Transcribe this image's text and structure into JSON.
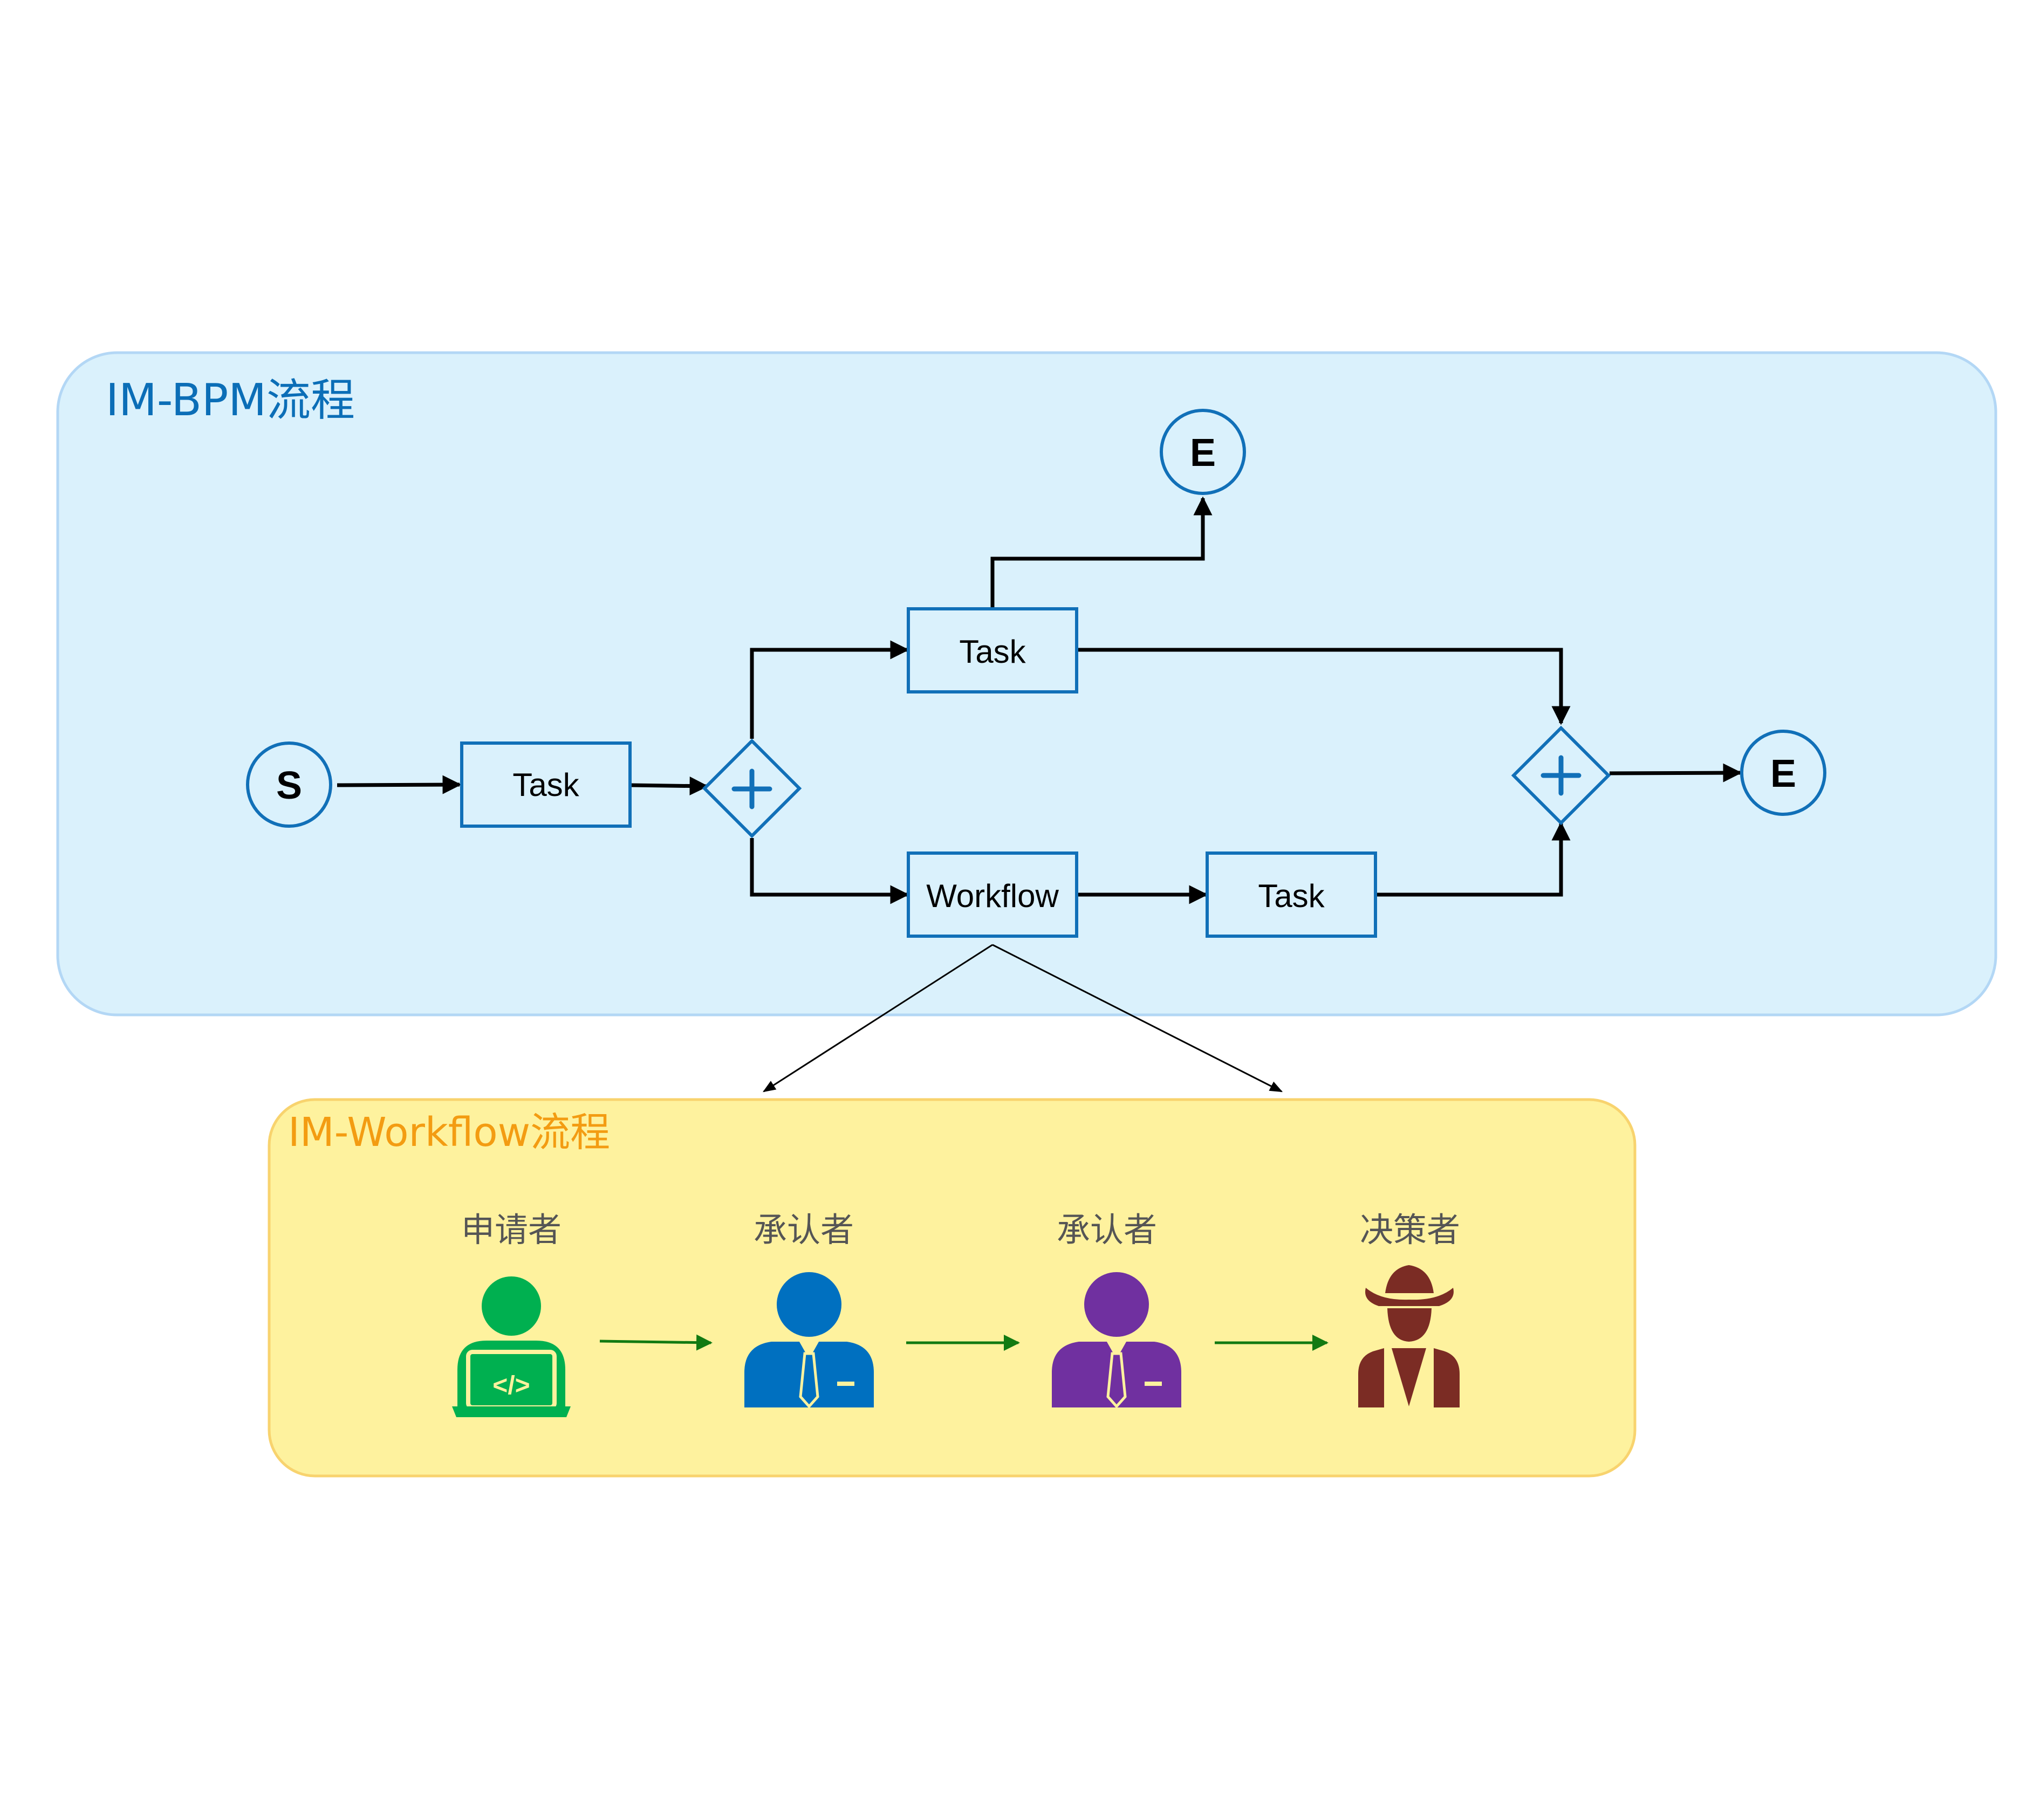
{
  "bpm": {
    "title": "IM-BPM流程",
    "start_label": "S",
    "end_top_label": "E",
    "end_right_label": "E",
    "task1_label": "Task",
    "task_top_label": "Task",
    "workflow_label": "Workflow",
    "task_bottom_label": "Task",
    "gateway_split": "parallel-gateway-icon",
    "gateway_join": "parallel-gateway-icon"
  },
  "workflow": {
    "title": "IM-Workflow流程",
    "roles": [
      {
        "label": "申请者",
        "icon": "developer-icon",
        "color": "#00B050"
      },
      {
        "label": "承认者",
        "icon": "businessman-icon",
        "color": "#0070C0"
      },
      {
        "label": "承认者",
        "icon": "businessman-icon",
        "color": "#7030A0"
      },
      {
        "label": "决策者",
        "icon": "cowboy-hat-man-icon",
        "color": "#7B2C24"
      }
    ]
  },
  "colors": {
    "bpm_fill": "#DAF1FC",
    "bpm_stroke": "#B3D7F5",
    "bpm_title": "#0B6EB7",
    "node_stroke": "#1170B8",
    "workflow_fill": "#FEF29E",
    "workflow_stroke": "#F8D36E",
    "workflow_title": "#F39C12",
    "role_label": "#555555",
    "workflow_arrow": "#127A12"
  }
}
